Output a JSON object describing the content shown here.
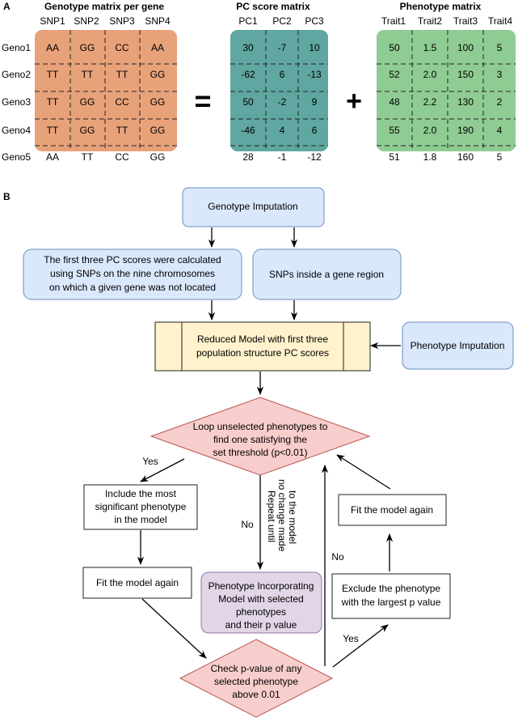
{
  "panel_a": {
    "label": "A",
    "genotype": {
      "title": "Genotype matrix per gene",
      "columns": [
        "SNP1",
        "SNP2",
        "SNP3",
        "SNP4"
      ],
      "row_labels": [
        "Geno1",
        "Geno2",
        "Geno3",
        "Geno4",
        "Geno5"
      ],
      "cells": [
        [
          "AA",
          "GG",
          "CC",
          "AA"
        ],
        [
          "TT",
          "TT",
          "TT",
          "GG"
        ],
        [
          "TT",
          "GG",
          "CC",
          "GG"
        ],
        [
          "TT",
          "GG",
          "TT",
          "GG"
        ],
        [
          "AA",
          "TT",
          "CC",
          "GG"
        ]
      ],
      "color": "#e8a27a"
    },
    "equals_sign": "=",
    "pc": {
      "title": "PC score matrix",
      "columns": [
        "PC1",
        "PC2",
        "PC3"
      ],
      "cells": [
        [
          "30",
          "-7",
          "10"
        ],
        [
          "-62",
          "6",
          "-13"
        ],
        [
          "50",
          "-2",
          "9"
        ],
        [
          "-46",
          "4",
          "6"
        ],
        [
          "28",
          "-1",
          "-12"
        ]
      ],
      "color": "#5fa7a0"
    },
    "plus_sign": "+",
    "phenotype": {
      "title": "Phenotype matrix",
      "columns": [
        "Trait1",
        "Trait2",
        "Trait3",
        "Trait4"
      ],
      "cells": [
        [
          "50",
          "1.5",
          "100",
          "5"
        ],
        [
          "52",
          "2.0",
          "150",
          "3"
        ],
        [
          "48",
          "2.2",
          "130",
          "2"
        ],
        [
          "55",
          "2.0",
          "190",
          "4"
        ],
        [
          "51",
          "1.8",
          "160",
          "5"
        ]
      ],
      "color": "#8fcc93"
    }
  },
  "panel_b": {
    "label": "B",
    "genotype_imputation": "Genotype Imputation",
    "pc_scores": [
      "The first three PC scores were calculated",
      "using SNPs on the nine chromosomes",
      "on which a given gene was not located"
    ],
    "snps_gene_region": "SNPs inside a gene region",
    "reduced_model": [
      "Reduced Model with first three",
      "population structure PC scores"
    ],
    "phenotype_imputation": "Phenotype Imputation",
    "loop_diamond": [
      "Loop unselected phenotypes to",
      "find one satisfying the",
      "set threshold (p<0.01)"
    ],
    "yes_left": "Yes",
    "include_box": [
      "Include the most",
      "significant phenotype",
      "in the model"
    ],
    "fit_left": "Fit the model again",
    "no_middle": "No",
    "repeat_note": [
      "Repeat until",
      "no change made",
      "to the model"
    ],
    "incorporating_model": [
      "Phenotype Incorporating",
      "Model with selected",
      "phenotypes",
      "and their p value"
    ],
    "check_diamond": [
      "Check p-value of any",
      "selected phenotype",
      "above 0.01"
    ],
    "no_right": "No",
    "yes_right": "Yes",
    "exclude_box": [
      "Exclude the phenotype",
      "with the largest p value"
    ],
    "fit_right": "Fit the model again",
    "colors": {
      "blue_box": "#dae8fc",
      "blue_border": "#6c8ebf",
      "yellow_box": "#fff2cc",
      "diamond": "#f8cecc",
      "diamond_border": "#b85450",
      "purple_box": "#e1d5e7",
      "purple_border": "#9673a6"
    }
  }
}
